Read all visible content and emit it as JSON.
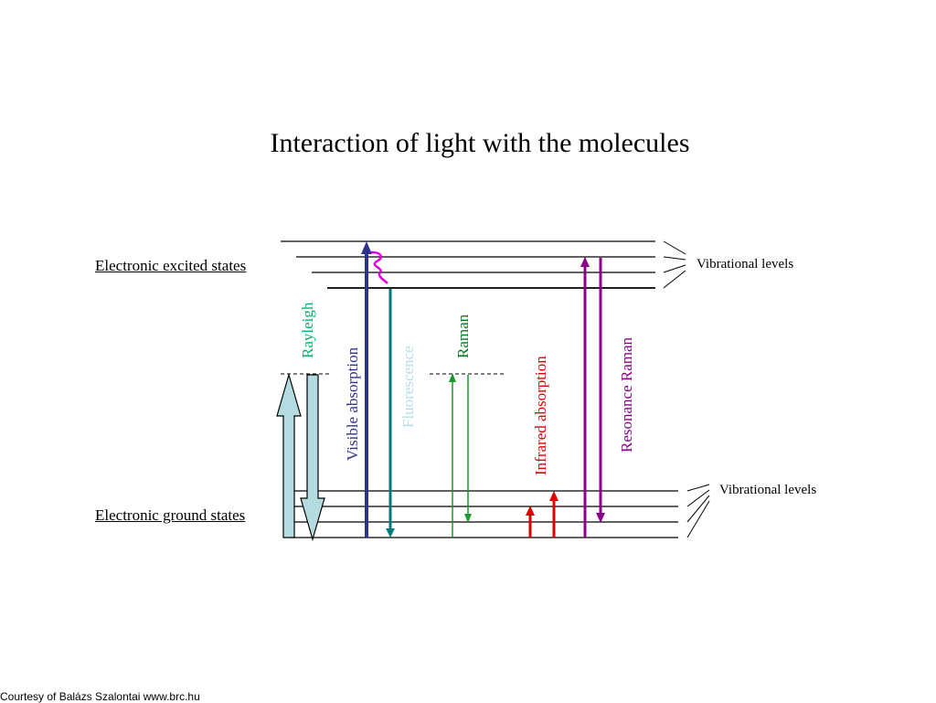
{
  "title": "Interaction of light with the molecules",
  "labels": {
    "excited_states": "Electronic excited states",
    "ground_states": "Electronic ground states",
    "vibrational_levels_top": "Vibrational levels",
    "vibrational_levels_bottom": "Vibrational levels"
  },
  "processes": {
    "rayleigh": "Rayleigh",
    "visible_absorption": "Visible absorption",
    "fluorescence": "Fluorescence",
    "raman": "Raman",
    "infrared_absorption": "Infrared absorption",
    "resonance_raman": "Resonance Raman"
  },
  "colors": {
    "rayleigh": "#00b46e",
    "rayleigh_arrow_fill": "#b4dce0",
    "visible_absorption": "#2e3092",
    "fluorescence": "#b6e0e4",
    "fluorescence_arrow": "#007a7a",
    "raman": "#007a1e",
    "raman_arrow": "#1a9a2a",
    "infrared_absorption": "#e00000",
    "resonance_raman": "#8a008a",
    "squiggle": "#e000e0"
  },
  "credit": "Courtesy of Balázs Szalontai www.brc.hu"
}
